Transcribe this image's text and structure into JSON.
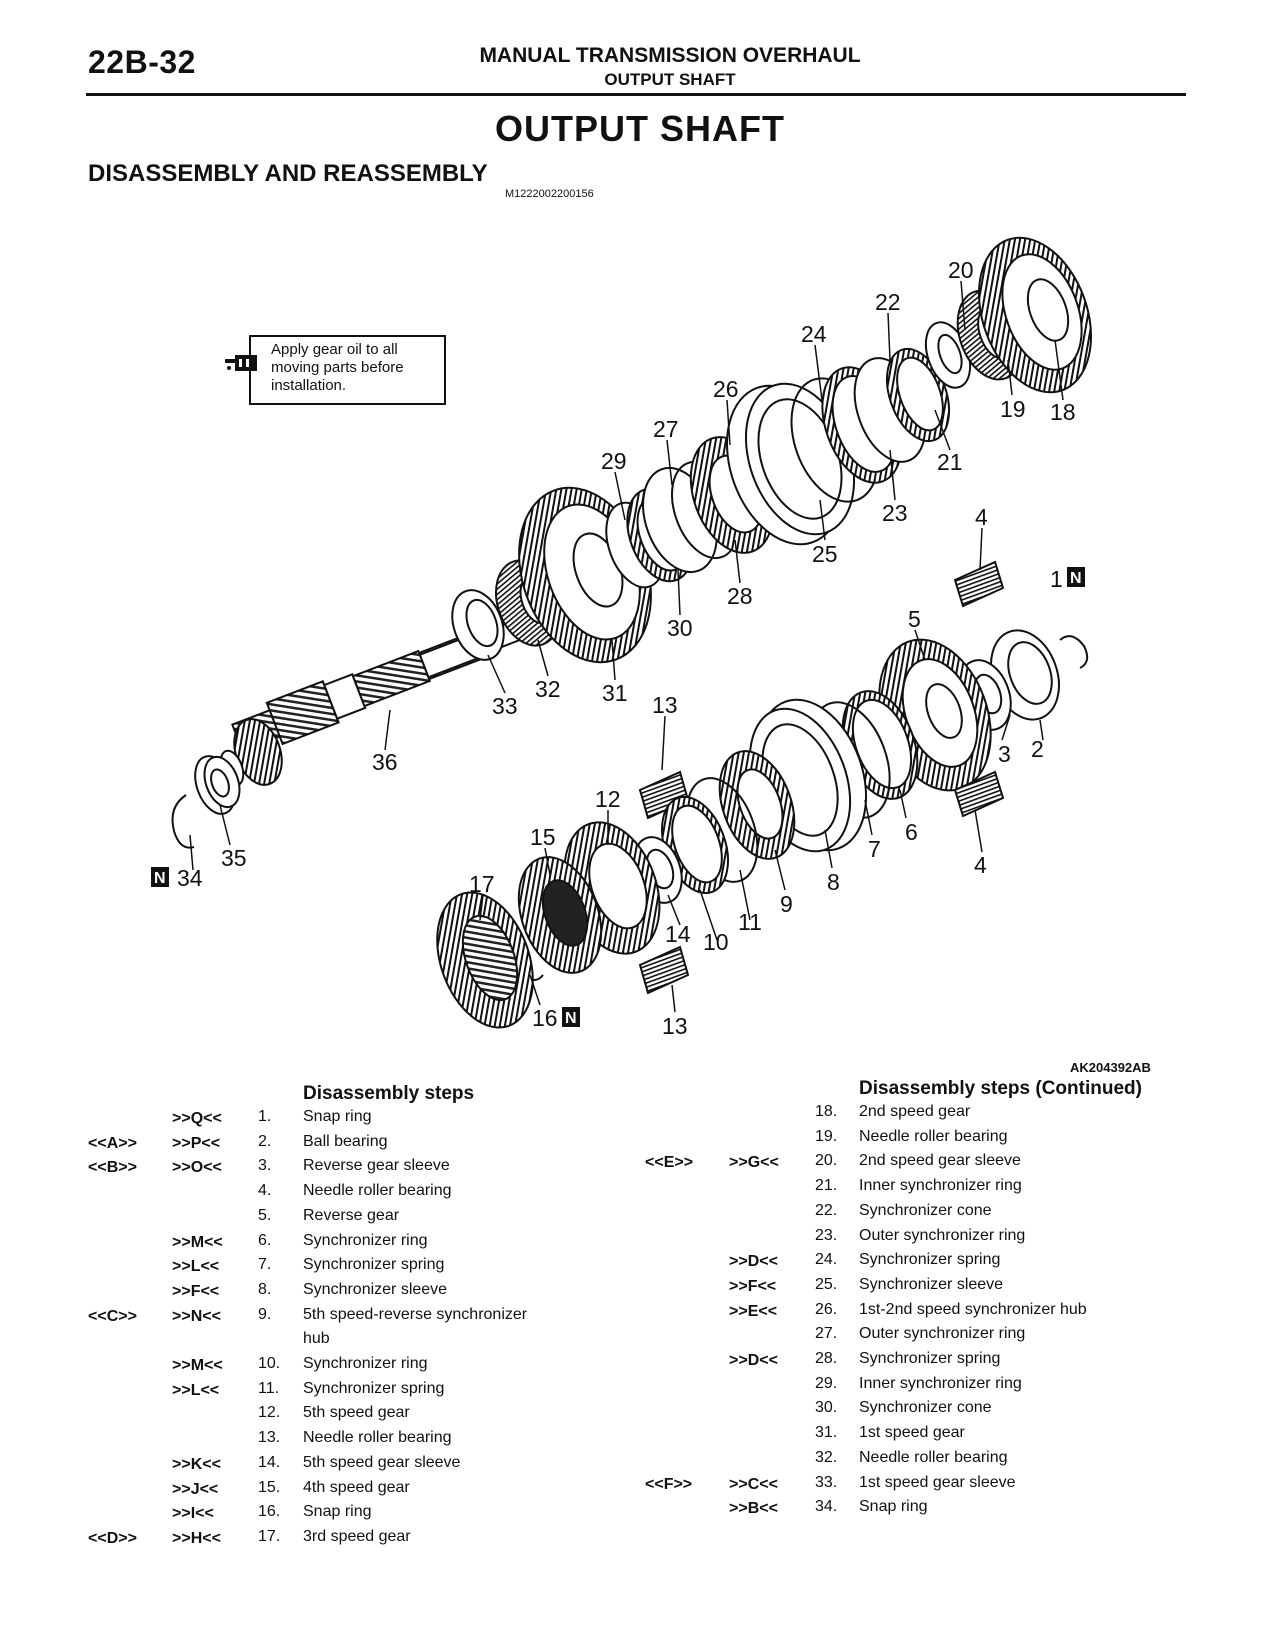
{
  "header": {
    "page_number": "22B-32",
    "chapter": "MANUAL TRANSMISSION OVERHAUL",
    "section": "OUTPUT SHAFT"
  },
  "title": "OUTPUT SHAFT",
  "subtitle": "DISASSEMBLY AND REASSEMBLY",
  "doc_id": "M1222002200156",
  "note": {
    "text": "Apply gear oil to all moving parts before installation.",
    "icon": "oil-can-icon"
  },
  "figure": {
    "id": "AK204392AB",
    "callouts": [
      "20",
      "22",
      "24",
      "26",
      "27",
      "29",
      "19",
      "18",
      "21",
      "23",
      "25",
      "28",
      "30",
      "4",
      "1",
      "5",
      "32",
      "31",
      "33",
      "36",
      "13",
      "3",
      "2",
      "6",
      "12",
      "7",
      "8",
      "15",
      "4",
      "17",
      "9",
      "11",
      "14",
      "10",
      "16",
      "13",
      "35",
      "34"
    ],
    "n_mark": "N"
  },
  "steps_left": {
    "heading": "Disassembly steps",
    "rows": [
      {
        "a": "",
        "b": ">>Q<<",
        "n": "1.",
        "t": "Snap ring"
      },
      {
        "a": "<<A>>",
        "b": ">>P<<",
        "n": "2.",
        "t": "Ball bearing"
      },
      {
        "a": "<<B>>",
        "b": ">>O<<",
        "n": "3.",
        "t": "Reverse gear sleeve"
      },
      {
        "a": "",
        "b": "",
        "n": "4.",
        "t": "Needle roller bearing"
      },
      {
        "a": "",
        "b": "",
        "n": "5.",
        "t": "Reverse gear"
      },
      {
        "a": "",
        "b": ">>M<<",
        "n": "6.",
        "t": "Synchronizer ring"
      },
      {
        "a": "",
        "b": ">>L<<",
        "n": "7.",
        "t": "Synchronizer spring"
      },
      {
        "a": "",
        "b": ">>F<<",
        "n": "8.",
        "t": "Synchronizer sleeve"
      },
      {
        "a": "<<C>>",
        "b": ">>N<<",
        "n": "9.",
        "t": "5th speed-reverse synchronizer"
      },
      {
        "a": "",
        "b": "",
        "n": "",
        "t": "hub"
      },
      {
        "a": "",
        "b": ">>M<<",
        "n": "10.",
        "t": "Synchronizer ring"
      },
      {
        "a": "",
        "b": ">>L<<",
        "n": "11.",
        "t": "Synchronizer spring"
      },
      {
        "a": "",
        "b": "",
        "n": "12.",
        "t": "5th speed gear"
      },
      {
        "a": "",
        "b": "",
        "n": "13.",
        "t": "Needle roller bearing"
      },
      {
        "a": "",
        "b": ">>K<<",
        "n": "14.",
        "t": "5th speed gear sleeve"
      },
      {
        "a": "",
        "b": ">>J<<",
        "n": "15.",
        "t": "4th speed gear"
      },
      {
        "a": "",
        "b": ">>I<<",
        "n": "16.",
        "t": "Snap ring"
      },
      {
        "a": "<<D>>",
        "b": ">>H<<",
        "n": "17.",
        "t": "3rd speed gear"
      }
    ]
  },
  "steps_right": {
    "heading": "Disassembly steps (Continued)",
    "rows": [
      {
        "a": "",
        "b": "",
        "n": "18.",
        "t": "2nd speed gear"
      },
      {
        "a": "",
        "b": "",
        "n": "19.",
        "t": "Needle roller bearing"
      },
      {
        "a": "<<E>>",
        "b": ">>G<<",
        "n": "20.",
        "t": "2nd speed gear sleeve"
      },
      {
        "a": "",
        "b": "",
        "n": "21.",
        "t": "Inner synchronizer ring"
      },
      {
        "a": "",
        "b": "",
        "n": "22.",
        "t": "Synchronizer cone"
      },
      {
        "a": "",
        "b": "",
        "n": "23.",
        "t": "Outer synchronizer ring"
      },
      {
        "a": "",
        "b": ">>D<<",
        "n": "24.",
        "t": "Synchronizer spring"
      },
      {
        "a": "",
        "b": ">>F<<",
        "n": "25.",
        "t": "Synchronizer sleeve"
      },
      {
        "a": "",
        "b": ">>E<<",
        "n": "26.",
        "t": "1st-2nd speed synchronizer hub"
      },
      {
        "a": "",
        "b": "",
        "n": "27.",
        "t": "Outer synchronizer ring"
      },
      {
        "a": "",
        "b": ">>D<<",
        "n": "28.",
        "t": "Synchronizer spring"
      },
      {
        "a": "",
        "b": "",
        "n": "29.",
        "t": "Inner synchronizer ring"
      },
      {
        "a": "",
        "b": "",
        "n": "30.",
        "t": "Synchronizer cone"
      },
      {
        "a": "",
        "b": "",
        "n": "31.",
        "t": "1st speed gear"
      },
      {
        "a": "",
        "b": "",
        "n": "32.",
        "t": "Needle roller bearing"
      },
      {
        "a": "<<F>>",
        "b": ">>C<<",
        "n": "33.",
        "t": "1st speed gear sleeve"
      },
      {
        "a": "",
        "b": ">>B<<",
        "n": "34.",
        "t": "Snap ring"
      }
    ]
  }
}
